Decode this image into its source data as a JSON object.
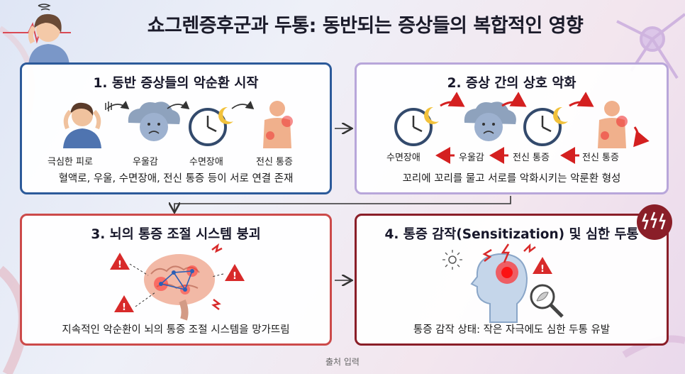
{
  "title": "쇼그렌증후군과 두통: 동반되는 증상들의 복합적인 영향",
  "panels": [
    {
      "title": "1. 동반 증상들의 악순환 시작",
      "labels": [
        "극심한 피로",
        "우울감",
        "수면장애",
        "전신 통증"
      ],
      "caption": "혈액로, 우울, 수면장애, 전신 통증 등이 서로 연결 존재"
    },
    {
      "title": "2. 증상 간의 상호 악화",
      "labels": [
        "수면장애",
        "우울감",
        "전신 통증",
        "전신 통증"
      ],
      "caption": "꼬리에 꼬리를 물고 서로를 악화시키는 악룬환 형성"
    },
    {
      "title": "3. 뇌의 통증 조절 시스템 붕괴",
      "caption": "지속적인 악순환이 뇌의 통증 조절 시스템을 망가뜨림"
    },
    {
      "title": "4. 통증 감작(Sensitization) 및 심한 두통",
      "caption": "통증 감작 상태: 작은 자극에도 심한 두통 유발"
    }
  ],
  "source": "출처 입력",
  "colors": {
    "navy": "#2c5a9a",
    "lavender": "#b8a6da",
    "red": "#cc4a4a",
    "darkred": "#8a1e28",
    "alert": "#d82a2a"
  }
}
